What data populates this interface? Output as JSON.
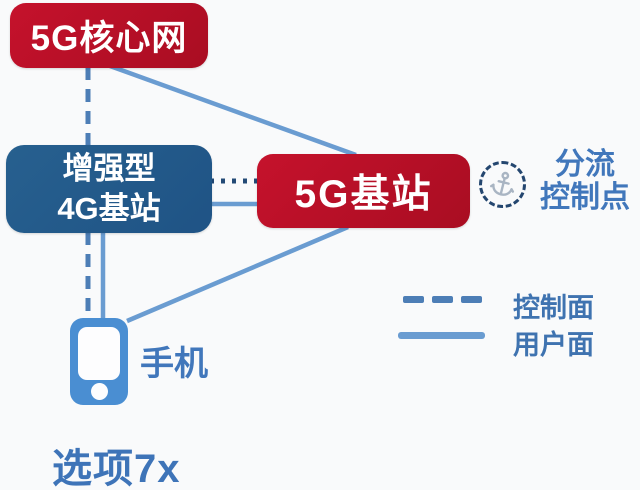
{
  "nodes": {
    "core_network": {
      "label": "5G核心网"
    },
    "enhanced_4g_bs": {
      "label_line1": "增强型",
      "label_line2": "4G基站"
    },
    "gnb_5g_bs": {
      "label": "5G基站"
    },
    "phone": {
      "label": "手机"
    }
  },
  "annotation": {
    "icon": "anchor-icon",
    "label_line1": "分流",
    "label_line2": "控制点"
  },
  "legend": {
    "control_plane_label": "控制面",
    "user_plane_label": "用户面"
  },
  "caption": "选项7x",
  "connections": [
    {
      "from": "5G核心网",
      "to": "增强型4G基站",
      "plane": "控制面",
      "style": "dashed"
    },
    {
      "from": "5G核心网",
      "to": "5G基站",
      "plane": "用户面",
      "style": "solid"
    },
    {
      "from": "增强型4G基站",
      "to": "5G基站",
      "plane": "控制面",
      "style": "dotted"
    },
    {
      "from": "增强型4G基站",
      "to": "5G基站",
      "plane": "用户面",
      "style": "solid"
    },
    {
      "from": "增强型4G基站",
      "to": "手机",
      "plane": "控制面",
      "style": "dashed"
    },
    {
      "from": "增强型4G基站",
      "to": "手机",
      "plane": "用户面",
      "style": "solid"
    },
    {
      "from": "5G基站",
      "to": "手机",
      "plane": "用户面",
      "style": "solid"
    }
  ],
  "colors": {
    "bg": "#f9fafb",
    "node-red": "#c5122c",
    "node-red-dark": "#a90d22",
    "node-blue": "#1f5385",
    "line-user": "#6a9cd1",
    "line-ctrl": "#4d7eb6",
    "line-dot": "#234a76",
    "label-blue": "#4177bb",
    "phone-blue": "#4a8ed2",
    "anchor-gray": "#a9b5c3"
  }
}
